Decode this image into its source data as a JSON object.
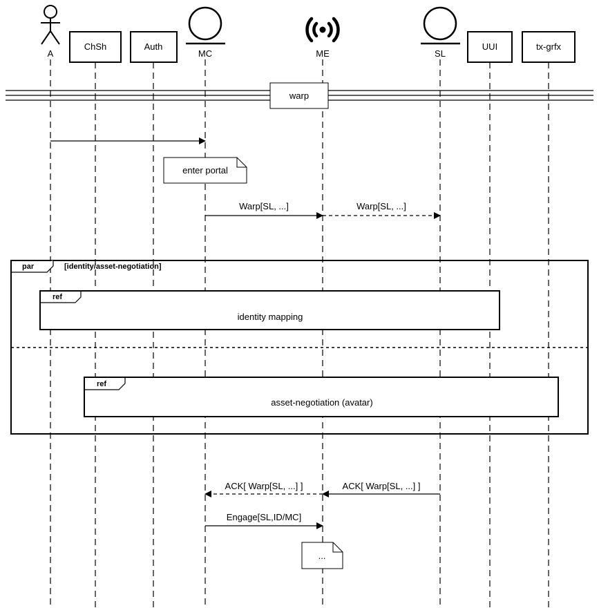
{
  "participants": {
    "actor_a": "A",
    "chsh": "ChSh",
    "auth": "Auth",
    "mc": "MC",
    "me": "ME",
    "sl": "SL",
    "uui": "UUI",
    "txgrfx": "tx-grfx"
  },
  "divider": {
    "label": "warp"
  },
  "notes": {
    "enter_portal": "enter portal",
    "ellipsis": "..."
  },
  "messages": {
    "mc_to_me_warp": "Warp[SL, ...]",
    "me_to_sl_warp": "Warp[SL, ...]",
    "sl_to_me_ack": "ACK[ Warp[SL, ...] ]",
    "me_to_mc_ack": "ACK[ Warp[SL, ...] ]",
    "mc_to_me_engage": "Engage[SL,ID/MC]"
  },
  "par_fragment": {
    "operator": "par",
    "guard": "[identity/asset-negotiation]"
  },
  "refs": [
    {
      "operator": "ref",
      "label": "identity mapping"
    },
    {
      "operator": "ref",
      "label": "asset-negotiation (avatar)"
    }
  ]
}
